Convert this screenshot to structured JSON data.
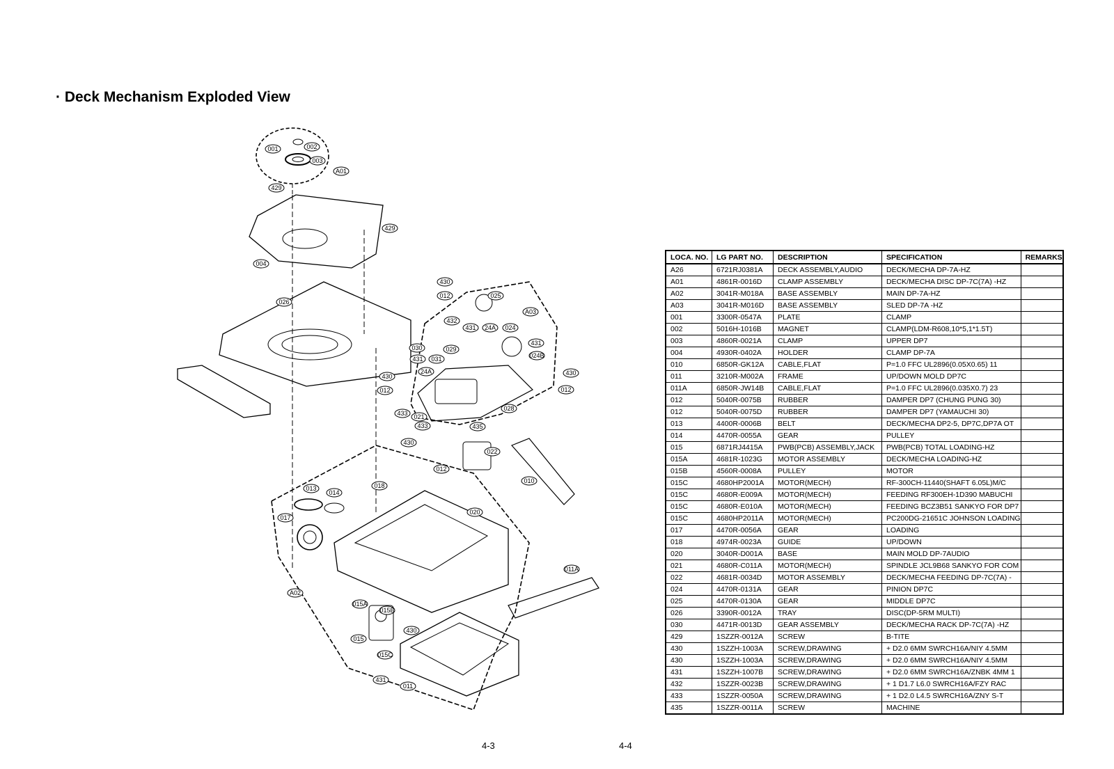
{
  "page": {
    "title": "· Deck Mechanism Exploded View",
    "page_numbers": [
      "4-3",
      "4-4"
    ]
  },
  "diagram": {
    "callouts": [
      "001",
      "002",
      "003",
      "A01",
      "429",
      "429",
      "004",
      "026",
      "430",
      "012",
      "025",
      "A03",
      "432",
      "431",
      "24A",
      "024",
      "431",
      "024B",
      "030",
      "029",
      "431",
      "031",
      "430",
      "24A",
      "430",
      "012",
      "012",
      "028",
      "433",
      "021",
      "433",
      "435",
      "430",
      "022",
      "012",
      "010",
      "013",
      "014",
      "018",
      "017",
      "020",
      "011A",
      "A02",
      "015A",
      "015B",
      "430",
      "015",
      "015C",
      "431",
      "011"
    ]
  },
  "table": {
    "headers": [
      "LOCA. NO.",
      "LG PART NO.",
      "DESCRIPTION",
      "SPECIFICATION",
      "REMARKS"
    ],
    "rows": [
      [
        "A26",
        "6721RJ0381A",
        "DECK ASSEMBLY,AUDIO",
        "DECK/MECHA DP-7A-HZ",
        ""
      ],
      [
        "A01",
        "4861R-0016D",
        "CLAMP ASSEMBLY",
        "DECK/MECHA DISC DP-7C(7A) -HZ",
        ""
      ],
      [
        "A02",
        "3041R-M018A",
        "BASE ASSEMBLY",
        "MAIN DP-7A-HZ",
        ""
      ],
      [
        "A03",
        "3041R-M016D",
        "BASE ASSEMBLY",
        "SLED DP-7A -HZ",
        ""
      ],
      [
        "001",
        "3300R-0547A",
        "PLATE",
        "CLAMP",
        ""
      ],
      [
        "002",
        "5016H-1016B",
        "MAGNET",
        "CLAMP(LDM-R608,10*5,1*1.5T)",
        ""
      ],
      [
        "003",
        "4860R-0021A",
        "CLAMP",
        "UPPER DP7",
        ""
      ],
      [
        "004",
        "4930R-0402A",
        "HOLDER",
        "CLAMP DP-7A",
        ""
      ],
      [
        "010",
        "6850R-GK12A",
        "CABLE,FLAT",
        "P=1.0 FFC UL2896(0.05X0.65) 11",
        ""
      ],
      [
        "011",
        "3210R-M002A",
        "FRAME",
        "UP/DOWN MOLD DP7C",
        ""
      ],
      [
        "011A",
        "6850R-JW14B",
        "CABLE,FLAT",
        "P=1.0 FFC UL2896(0.035X0.7) 23",
        ""
      ],
      [
        "012",
        "5040R-0075B",
        "RUBBER",
        "DAMPER DP7 (CHUNG PUNG 30)",
        ""
      ],
      [
        "012",
        "5040R-0075D",
        "RUBBER",
        "DAMPER DP7 (YAMAUCHI 30)",
        ""
      ],
      [
        "013",
        "4400R-0006B",
        "BELT",
        "DECK/MECHA DP2-5, DP7C,DP7A OT",
        ""
      ],
      [
        "014",
        "4470R-0055A",
        "GEAR",
        "PULLEY",
        ""
      ],
      [
        "015",
        "6871RJ4415A",
        "PWB(PCB) ASSEMBLY,JACK",
        "PWB(PCB) TOTAL LOADING-HZ",
        ""
      ],
      [
        "015A",
        "4681R-1023G",
        "MOTOR ASSEMBLY",
        "DECK/MECHA LOADING-HZ",
        ""
      ],
      [
        "015B",
        "4560R-0008A",
        "PULLEY",
        "MOTOR",
        ""
      ],
      [
        "015C",
        "4680HP2001A",
        "MOTOR(MECH)",
        "RF-300CH-11440(SHAFT 6.05L)M/C",
        ""
      ],
      [
        "015C",
        "4680R-E009A",
        "MOTOR(MECH)",
        "FEEDING RF300EH-1D390 MABUCHI",
        ""
      ],
      [
        "015C",
        "4680R-E010A",
        "MOTOR(MECH)",
        "FEEDING BCZ3B51 SANKYO FOR DP7",
        ""
      ],
      [
        "015C",
        "4680HP2011A",
        "MOTOR(MECH)",
        "PC200DG-21651C JOHNSON LOADING",
        ""
      ],
      [
        "017",
        "4470R-0056A",
        "GEAR",
        "LOADING",
        ""
      ],
      [
        "018",
        "4974R-0023A",
        "GUIDE",
        "UP/DOWN",
        ""
      ],
      [
        "020",
        "3040R-D001A",
        "BASE",
        "MAIN MOLD DP-7AUDIO",
        ""
      ],
      [
        "021",
        "4680R-C011A",
        "MOTOR(MECH)",
        "SPINDLE JCL9B68 SANKYO FOR COM",
        ""
      ],
      [
        "022",
        "4681R-0034D",
        "MOTOR ASSEMBLY",
        "DECK/MECHA FEEDING DP-7C(7A) -",
        ""
      ],
      [
        "024",
        "4470R-0131A",
        "GEAR",
        "PINION DP7C",
        ""
      ],
      [
        "025",
        "4470R-0130A",
        "GEAR",
        "MIDDLE DP7C",
        ""
      ],
      [
        "026",
        "3390R-0012A",
        "TRAY",
        "DISC(DP-5RM MULTI)",
        ""
      ],
      [
        "030",
        "4471R-0013D",
        "GEAR ASSEMBLY",
        "DECK/MECHA RACK DP-7C(7A) -HZ",
        ""
      ],
      [
        "429",
        "1SZZR-0012A",
        "SCREW",
        "B-TITE",
        ""
      ],
      [
        "430",
        "1SZZH-1003A",
        "SCREW,DRAWING",
        "+ D2.0 6MM SWRCH16A/NIY 4.5MM",
        ""
      ],
      [
        "430",
        "1SZZH-1003A",
        "SCREW,DRAWING",
        "+ D2.0 6MM SWRCH16A/NIY 4.5MM",
        ""
      ],
      [
        "431",
        "1SZZH-1007B",
        "SCREW,DRAWING",
        "+ D2.0 6MM SWRCH16A/ZNBK 4MM 1",
        ""
      ],
      [
        "432",
        "1SZZR-0023B",
        "SCREW,DRAWING",
        "+ 1 D1.7 L6.0 SWRCH16A/FZY RAC",
        ""
      ],
      [
        "433",
        "1SZZR-0050A",
        "SCREW,DRAWING",
        "+ 1 D2.0 L4.5 SWRCH16A/ZNY S-T",
        ""
      ],
      [
        "435",
        "1SZZR-0011A",
        "SCREW",
        "MACHINE",
        ""
      ]
    ]
  }
}
